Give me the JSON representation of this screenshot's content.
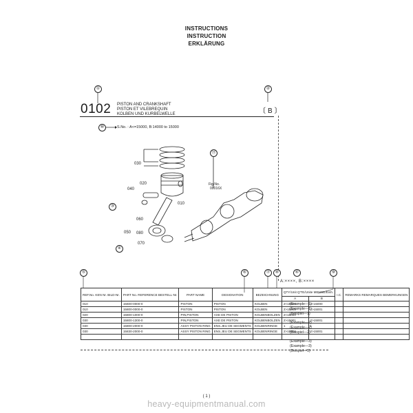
{
  "header": {
    "line1": "INSTRUCTIONS",
    "line2": "INSTRUCTION",
    "line3": "ERKLÄRUNG"
  },
  "callouts": [
    "①",
    "②",
    "③",
    "④",
    "⑤",
    "⑥",
    "⑦",
    "⑧",
    "⑨",
    "⑩",
    "⑪"
  ],
  "section": {
    "number": "0102",
    "title_en": "PISTON AND CRANKSHAFT",
    "title_fr": "PISTON ET VILEBREQUIN",
    "title_de": "KOLBEN UND KURBELWELLE",
    "group_marker": "〔B〕",
    "serial_note": "S.No. : A<=15000, B:14000 to 15000"
  },
  "diagram": {
    "labels": [
      "030",
      "020",
      "040",
      "010",
      "060",
      "050",
      "080",
      "070"
    ],
    "fig_line1": "Fig.No.",
    "fig_line2": "00016X"
  },
  "remarks_code": "A:××××, B:××××",
  "table": {
    "headers": {
      "ref": "REF.No. KEN Nr. BILD-Nr.",
      "part_no": "PART No. REFERENCE BESTELL-Nr.",
      "part_name": "PART NAME",
      "designation": "DESIGNATION",
      "bezeichnung": "BEZEICHNUNG",
      "qty": "QTY/Unit Q'TE/Unite MENGE/Einh.",
      "qty_a": "A",
      "qty_b": "B",
      "ic": "I.C.",
      "remarks": "REMARKS REMARQUES BEMERKUNGEN"
    },
    "rows": [
      [
        "010",
        "15600-0000-0",
        "PISTON",
        "PISTON",
        "KOLBEN",
        "2<15000",
        "2<15000"
      ],
      [
        "010",
        "15800-0000-0",
        "PISTON",
        "PISTON",
        "KOLBEN",
        "2>15001",
        "2>15001"
      ],
      [
        "020",
        "15800-1000-0",
        "PIN,PISTON",
        "AXE DE PISTON",
        "KOLBENBOLZEN",
        "2<15000",
        ""
      ],
      [
        "030",
        "15800-1300-0",
        "PIN,PISTON",
        "AXE DE PISTON",
        "KOLBENBOLZEN",
        "2>15001",
        "2>15001"
      ],
      [
        "030",
        "15800-2000-0",
        "ASSY PISTON RING",
        "ENS.JEU DE SEGMENTS",
        "KOLBENRINGE",
        "1",
        "1"
      ],
      [
        "030",
        "15830-2000-0",
        "ASSY PISTON RING",
        "ENS.JEU DE SEGMENTS",
        "KOLBENRINGE",
        "2>15001",
        "2>15001"
      ]
    ]
  },
  "examples": [
    "(Example—1)",
    "(Example—1)",
    "(Beispiel—1)",
    "(Example—2)",
    "(Example—2)",
    "(Beispiel—2)",
    "(Example—3)",
    "(Example—3)",
    "(Beispiel—3)"
  ],
  "footer": {
    "page": "( 1 )",
    "site": "heavy-equipmentmanual.com"
  }
}
